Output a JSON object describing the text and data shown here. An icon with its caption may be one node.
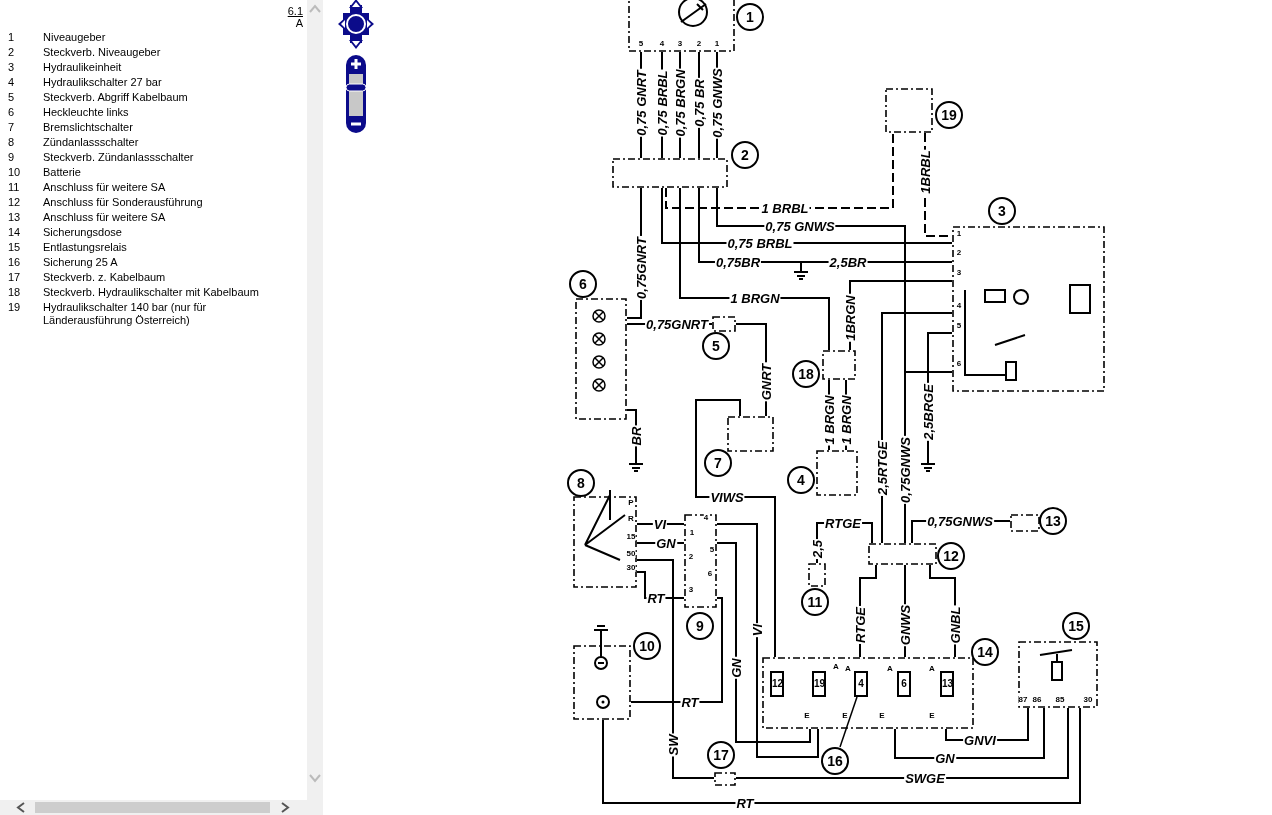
{
  "diagram": {
    "nodes": [
      {
        "text": [
          "1"
        ]
      },
      {
        "text": [
          "2"
        ]
      },
      {
        "text": [
          "3"
        ]
      },
      {
        "text": [
          "4"
        ]
      },
      {
        "text": [
          "5"
        ]
      },
      {
        "text": [
          "6"
        ]
      },
      {
        "text": [
          "7"
        ]
      },
      {
        "text": [
          "8"
        ]
      },
      {
        "text": [
          "9"
        ]
      },
      {
        "text": [
          "10"
        ]
      },
      {
        "text": [
          "11"
        ]
      },
      {
        "text": [
          "12"
        ]
      },
      {
        "text": [
          "13"
        ]
      },
      {
        "text": [
          "14"
        ]
      },
      {
        "text": [
          "12"
        ],
        "in": 13
      },
      {
        "text": [
          "19"
        ],
        "in": 13
      },
      {
        "text": [
          "4"
        ],
        "in": 13
      },
      {
        "text": [
          "6"
        ],
        "in": 13
      },
      {
        "text": [
          "13"
        ],
        "in": 13
      },
      {
        "text": [
          "15"
        ]
      },
      {
        "text": [
          "16"
        ]
      },
      {
        "text": [
          "17"
        ]
      },
      {
        "text": [
          "18"
        ]
      },
      {
        "text": [
          "19"
        ]
      },
      {
        "text": [],
        "shape": "ground"
      },
      {
        "text": [],
        "shape": "ground"
      },
      {
        "text": [],
        "shape": "ground"
      }
    ],
    "edges": [
      {
        "from": 0,
        "to": 1,
        "arrow": "none",
        "label": "0,75 GNRT"
      },
      {
        "from": 0,
        "to": 1,
        "arrow": "none",
        "label": "0,75 BRBL"
      },
      {
        "from": 0,
        "to": 1,
        "arrow": "none",
        "label": "0,75 BRGN"
      },
      {
        "from": 0,
        "to": 1,
        "arrow": "none",
        "label": "0,75 BR"
      },
      {
        "from": 0,
        "to": 1,
        "arrow": "none",
        "label": "0,75 GNWS"
      },
      {
        "from": 1,
        "to": 5,
        "arrow": "none",
        "label": "0,75GNRT"
      },
      {
        "from": 5,
        "to": 4,
        "arrow": "none",
        "label": "0,75GNRT"
      },
      {
        "from": 4,
        "to": 6,
        "arrow": "none",
        "label": "GNRT"
      },
      {
        "from": 1,
        "to": 23,
        "arrow": "none",
        "label": "1 BRBL",
        "style": "dashed"
      },
      {
        "from": 23,
        "to": 2,
        "arrow": "none",
        "label": "1BRBL",
        "style": "dashed"
      },
      {
        "from": 1,
        "to": 2,
        "arrow": "none",
        "label": "0,75 GNWS"
      },
      {
        "from": 1,
        "to": 2,
        "arrow": "none",
        "label": "0,75 BRBL"
      },
      {
        "from": 1,
        "to": 24,
        "arrow": "none",
        "label": "0,75BR"
      },
      {
        "from": 24,
        "to": 2,
        "arrow": "none",
        "label": "2,5BR"
      },
      {
        "from": 1,
        "to": 22,
        "arrow": "none",
        "label": "1 BRGN"
      },
      {
        "from": 22,
        "to": 2,
        "arrow": "none",
        "label": "1BRGN"
      },
      {
        "from": 22,
        "to": 3,
        "arrow": "none",
        "label": "1 BRGN"
      },
      {
        "from": 22,
        "to": 3,
        "arrow": "none",
        "label": "1 BRGN"
      },
      {
        "from": 2,
        "to": 11,
        "arrow": "none",
        "label": "2,5RTGE"
      },
      {
        "from": 2,
        "to": 11,
        "arrow": "none",
        "label": "0,75GNWS"
      },
      {
        "from": 2,
        "to": 26,
        "arrow": "none",
        "label": "2,5BRGE"
      },
      {
        "from": 5,
        "to": 25,
        "arrow": "none",
        "label": "BR"
      },
      {
        "from": 6,
        "to": 13,
        "arrow": "none",
        "label": "VIWS"
      },
      {
        "from": 7,
        "to": 8,
        "arrow": "none",
        "label": "VI"
      },
      {
        "from": 7,
        "to": 8,
        "arrow": "none",
        "label": "GN"
      },
      {
        "from": 7,
        "to": 8,
        "arrow": "none",
        "label": "RT"
      },
      {
        "from": 8,
        "to": 13,
        "arrow": "none",
        "label": "VI"
      },
      {
        "from": 8,
        "to": 13,
        "arrow": "none",
        "label": "GN"
      },
      {
        "from": 8,
        "to": 9,
        "arrow": "none",
        "label": "RT"
      },
      {
        "from": 7,
        "to": 21,
        "arrow": "none",
        "label": "SW"
      },
      {
        "from": 21,
        "to": 19,
        "arrow": "none",
        "label": "SWGE"
      },
      {
        "from": 9,
        "to": 19,
        "arrow": "none",
        "label": "RT"
      },
      {
        "from": 10,
        "to": 11,
        "arrow": "none",
        "label": "RTGE"
      },
      {
        "from": 11,
        "to": 12,
        "arrow": "none",
        "label": "0,75GNWS"
      },
      {
        "from": 11,
        "to": 13,
        "arrow": "none",
        "label": "RTGE"
      },
      {
        "from": 11,
        "to": 13,
        "arrow": "none",
        "label": "GNWS"
      },
      {
        "from": 11,
        "to": 13,
        "arrow": "none",
        "label": "GNBL"
      },
      {
        "from": 13,
        "to": 19,
        "arrow": "none",
        "label": "GNVI"
      },
      {
        "from": 13,
        "to": 19,
        "arrow": "none",
        "label": "GN"
      },
      {
        "from": 20,
        "to": 16,
        "arrow": "none"
      }
    ],
    "labels": [
      "6.1",
      "A",
      "1",
      "Niveaugeber",
      "2",
      "Steckverb. Niveaugeber",
      "3",
      "Hydraulikeinheit",
      "4",
      "Hydraulikschalter 27 bar",
      "5",
      "Steckverb. Abgriff Kabelbaum",
      "6",
      "Heckleuchte links",
      "7",
      "Bremslichtschalter",
      "8",
      "Zündanlassschalter",
      "9",
      "Steckverb. Zündanlassschalter",
      "10",
      "Batterie",
      "11",
      "Anschluss für weitere SA",
      "12",
      "Anschluss für Sonderausführung",
      "13",
      "Anschluss für weitere SA",
      "14",
      "Sicherungsdose",
      "15",
      "Entlastungsrelais",
      "16",
      "Sicherung 25 A",
      "17",
      "Steckverb. z. Kabelbaum",
      "18",
      "Steckverb. Hydraulikschalter mit Kabelbaum",
      "19",
      "Hydraulikschalter 140 bar (nur für Länderausführung Österreich)",
      "5",
      "4",
      "3",
      "2",
      "1",
      "1",
      "2",
      "3",
      "4",
      "5",
      "6",
      "P",
      "R",
      "15",
      "50",
      "30",
      "4",
      "1",
      "5",
      "2",
      "6",
      "3",
      "2,5",
      "A",
      "A",
      "A",
      "A",
      "E",
      "E",
      "E",
      "E",
      "87",
      "86",
      "85",
      "30"
    ]
  }
}
